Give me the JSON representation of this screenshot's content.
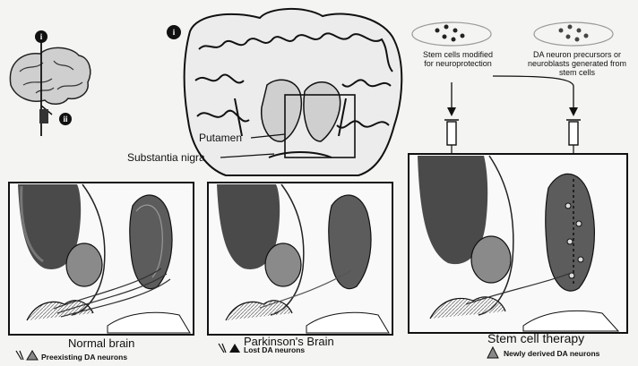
{
  "markers": {
    "i_small": "i",
    "ii_small": "ii",
    "i_large": "i"
  },
  "labels": {
    "putamen": "Putamen",
    "substantia_nigra": "Substantia nigra",
    "stem_cells_modified": "Stem cells modified for neuroprotection",
    "da_precursors": "DA neuron precursors or neuroblasts generated from stem cells"
  },
  "panels": [
    {
      "caption": "Normal brain",
      "legend": "Preexisting DA neurons"
    },
    {
      "caption": "Parkinson's Brain",
      "legend": "Lost DA neurons"
    },
    {
      "caption": "Stem cell therapy",
      "legend": "Newly derived DA neurons"
    }
  ],
  "colors": {
    "ink": "#111111",
    "tissue": "#bdbdbd",
    "dark_tissue": "#555555",
    "background": "#f4f4f2"
  }
}
